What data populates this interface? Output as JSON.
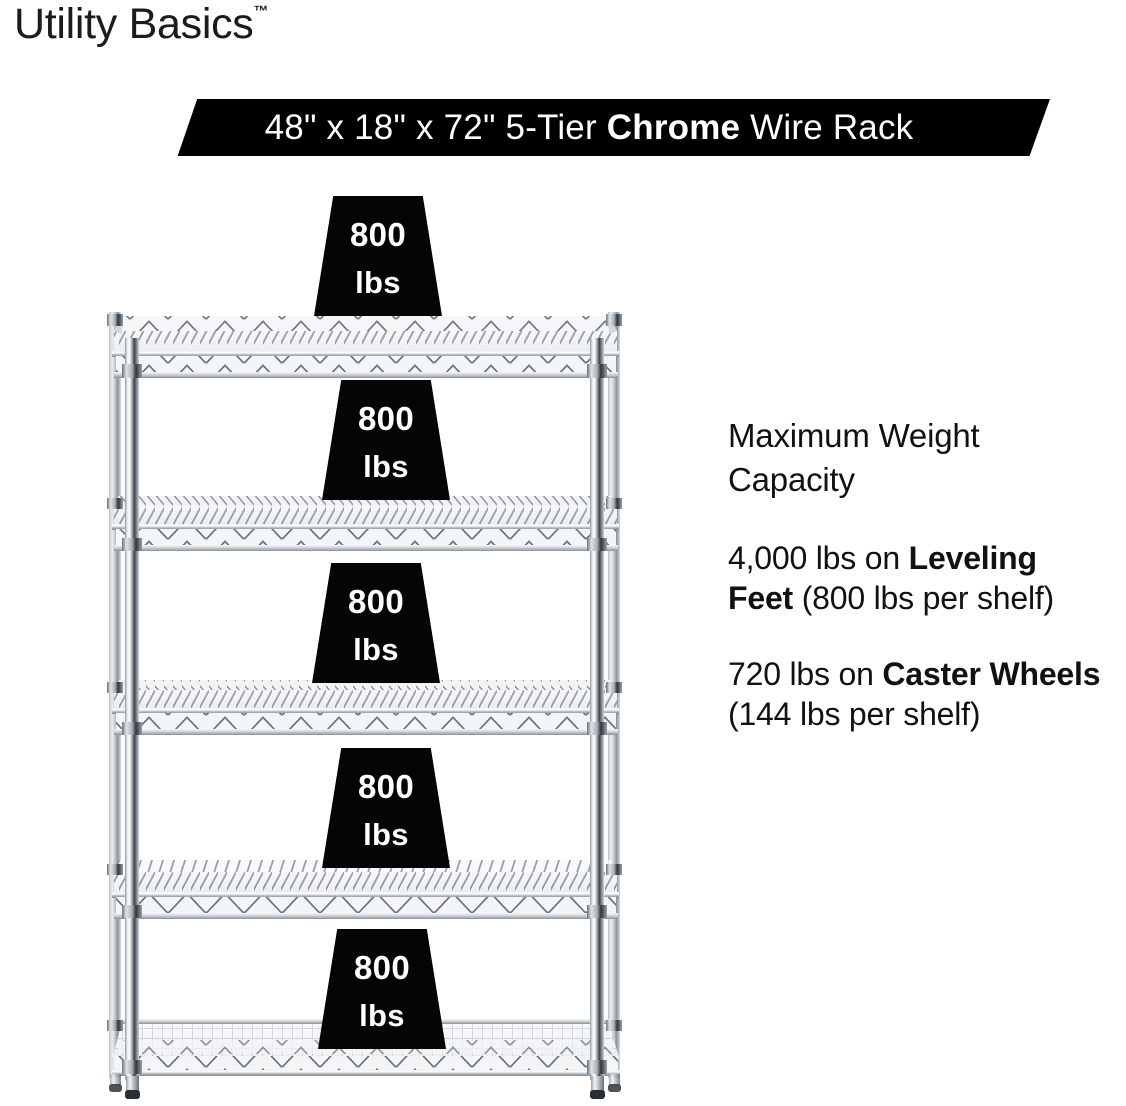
{
  "brand": {
    "name": "Utility Basics",
    "trademark": "™"
  },
  "banner": {
    "dimensions": "48\" x 18\" x 72\"",
    "tiers": "5-Tier",
    "finish": "Chrome",
    "product": "Wire Rack",
    "full_text": "48\" x 18\" x 72\" 5-Tier Chrome Wire Rack",
    "background_color": "#000000",
    "text_color": "#ffffff"
  },
  "capacity": {
    "heading": "Maximum Weight Capacity",
    "leveling_feet": {
      "total": "4,000 lbs on ",
      "emphasis": "Leveling Feet",
      "detail": " (800 lbs per shelf)"
    },
    "caster_wheels": {
      "total": "720 lbs on ",
      "emphasis": "Caster Wheels",
      "detail": " (144 lbs per shelf)"
    }
  },
  "rack": {
    "shelf_count": 5,
    "finish_color": "#c9ced3",
    "badge_color": "#050505",
    "badge_text_color": "#ffffff",
    "shelves": [
      {
        "index": 1,
        "weight": "800",
        "unit": "lbs"
      },
      {
        "index": 2,
        "weight": "800",
        "unit": "lbs"
      },
      {
        "index": 3,
        "weight": "800",
        "unit": "lbs"
      },
      {
        "index": 4,
        "weight": "800",
        "unit": "lbs"
      },
      {
        "index": 5,
        "weight": "800",
        "unit": "lbs"
      }
    ]
  }
}
